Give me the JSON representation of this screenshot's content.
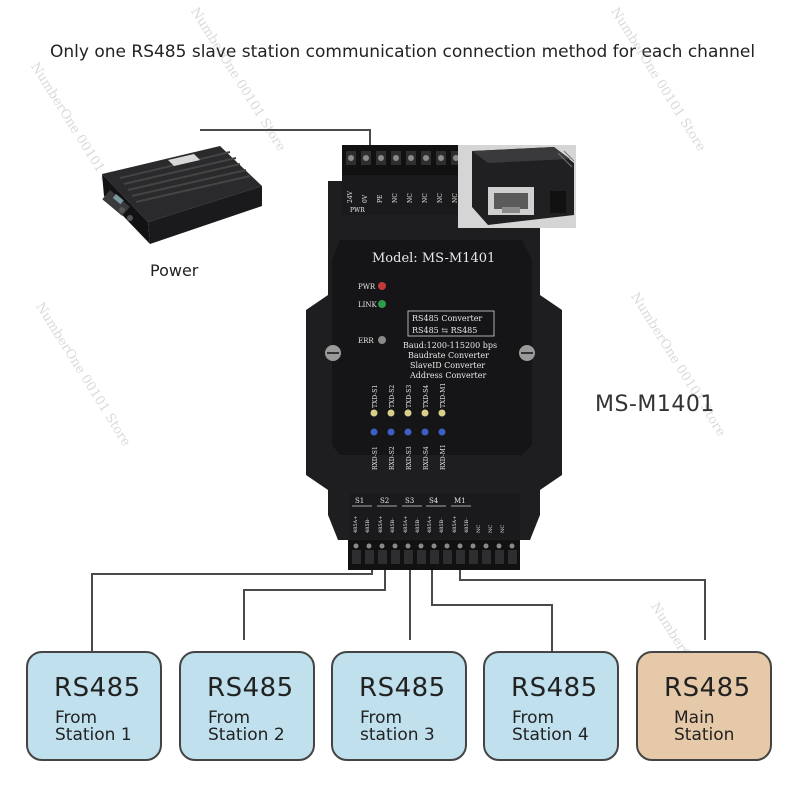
{
  "heading": "Only one RS485 slave station communication connection method for each channel",
  "power_label": "Power",
  "model_side_label": "MS-M1401",
  "device": {
    "model_label": "Model: MS-M1401",
    "led_labels": [
      "PWR",
      "LINK",
      "ERR"
    ],
    "info_lines": [
      "RS485 Converter",
      "RS485 ⇆ RS485",
      "Baud:1200-115200 bps",
      "Baudrate Converter",
      "SlaveID Converter",
      "Address Converter"
    ],
    "txd_labels": [
      "TXD-S1",
      "TXD-S2",
      "TXD-S3",
      "TXD-S4",
      "TXD-M1"
    ],
    "rxd_labels": [
      "RXD-S1",
      "RXD-S2",
      "RXD-S3",
      "RXD-S4",
      "RXD-M1"
    ],
    "top_terminal_labels": [
      "24V",
      "0V",
      "PE",
      "NC",
      "NC",
      "NC",
      "NC",
      "NC"
    ],
    "pwr_tag": "PWR",
    "bottom_group_labels": [
      "S1",
      "S2",
      "S3",
      "S4",
      "M1"
    ],
    "bottom_pin_labels": [
      "485A+",
      "485B-",
      "485A+",
      "485B-",
      "485A+",
      "485B-",
      "485A+",
      "485B-",
      "485A+",
      "485B-",
      "NC",
      "NC",
      "NC"
    ]
  },
  "stations": [
    {
      "title": "RS485",
      "line1": "From",
      "line2": "Station 1"
    },
    {
      "title": "RS485",
      "line1": "From",
      "line2": "Station 2"
    },
    {
      "title": "RS485",
      "line1": "From",
      "line2": "station 3"
    },
    {
      "title": "RS485",
      "line1": "From",
      "line2": "Station 4"
    },
    {
      "title": "RS485",
      "line1": "Main",
      "line2": "Station"
    }
  ],
  "watermark": "NumberOne 00101 Store",
  "colors": {
    "slave_box": "#bfe0ec",
    "main_box": "#e6c9a8",
    "device_body": "#1e1e20"
  }
}
